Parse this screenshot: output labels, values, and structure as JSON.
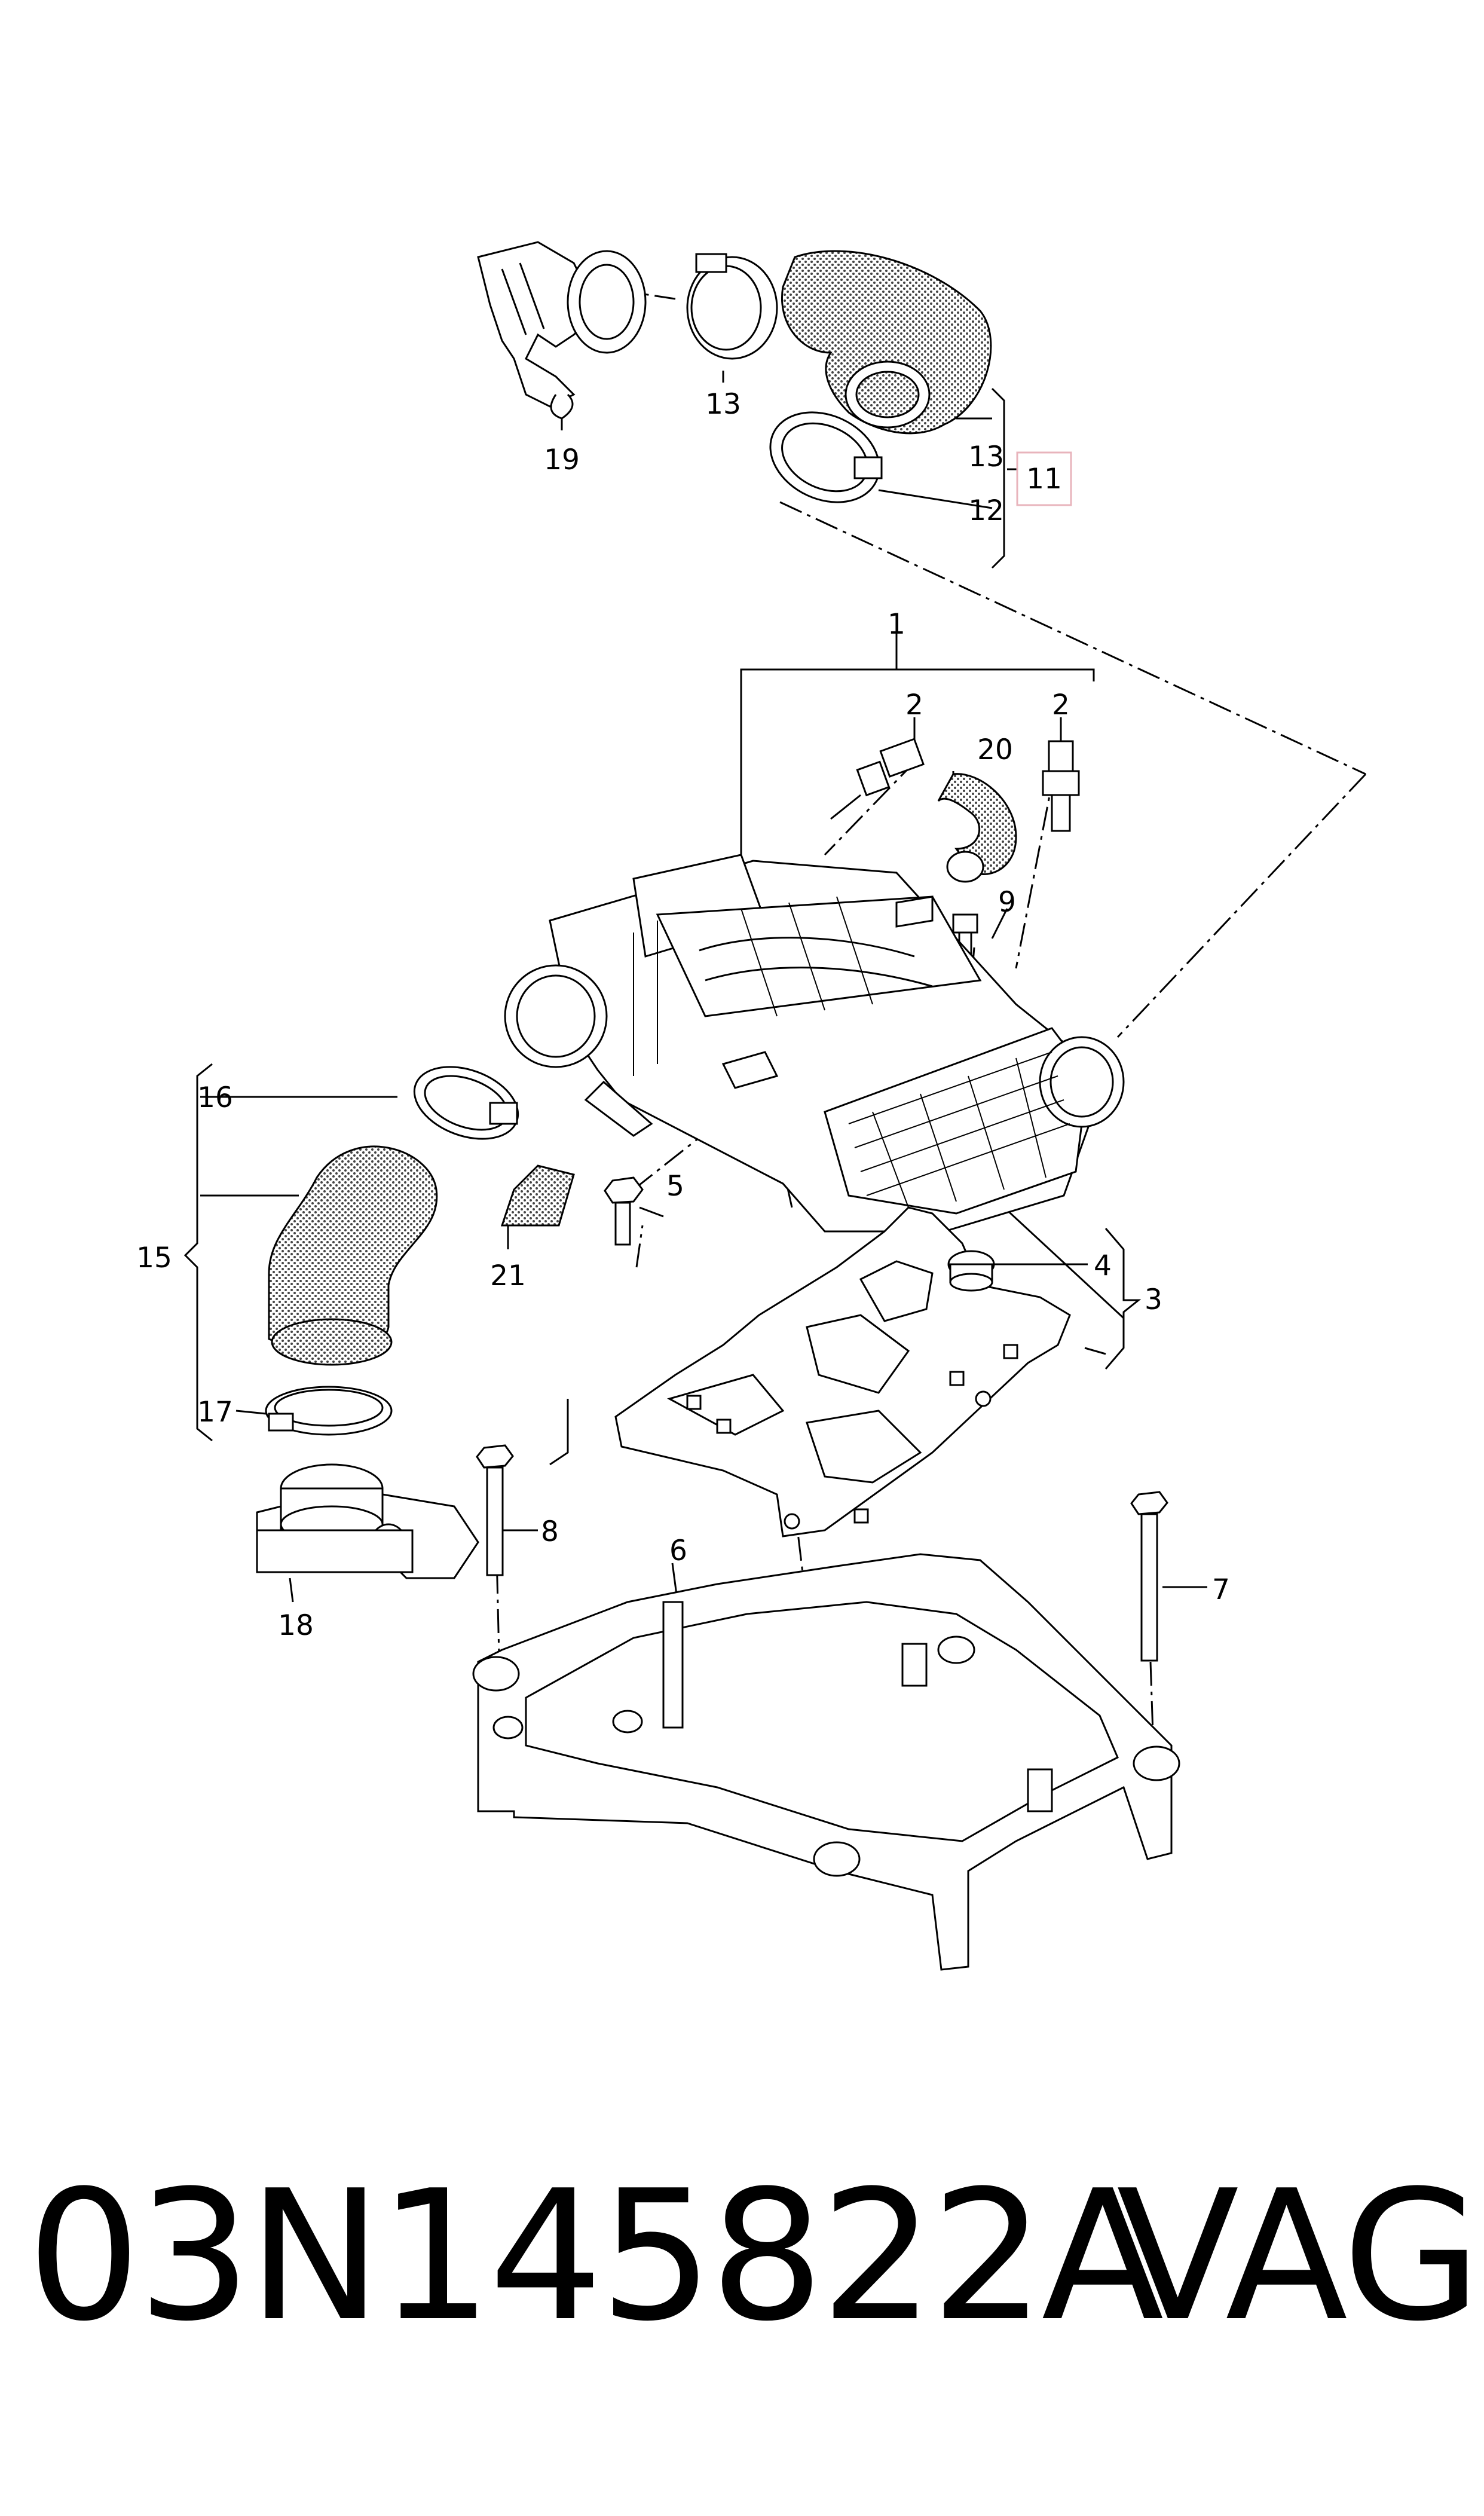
{
  "callouts": {
    "c1": "1",
    "c2a": "2",
    "c2b": "2",
    "c3": "3",
    "c4": "4",
    "c5": "5",
    "c6": "6",
    "c7": "7",
    "c8": "8",
    "c9": "9",
    "c11": "11",
    "c12": "12",
    "c13a": "13",
    "c13b": "13",
    "c15": "15",
    "c16": "16",
    "c17": "17",
    "c18": "18",
    "c19": "19",
    "c20": "20",
    "c21": "21"
  },
  "highlight_color": "#e8b4bc",
  "footer": {
    "part_number": "03N145822A",
    "brand": "VAG"
  }
}
